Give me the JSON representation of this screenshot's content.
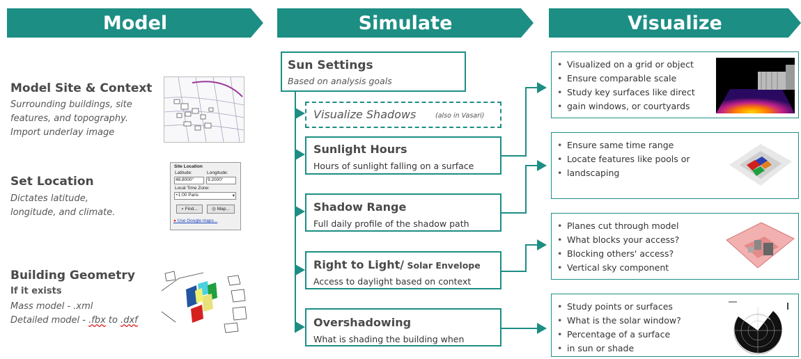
{
  "headers": {
    "model": "Model",
    "simulate": "Simulate",
    "visualize": "Visualize"
  },
  "model": {
    "site": {
      "title": "Model Site & Context",
      "desc": [
        "Surrounding buildings, site",
        "features, and topography.",
        "Import underlay image"
      ]
    },
    "location": {
      "title": "Set Location",
      "desc": [
        "Dictates latitude,",
        "longitude, and climate."
      ]
    },
    "geometry": {
      "title": "Building Geometry",
      "sub": "If it exists",
      "desc1": "Mass model - .xml",
      "desc2_prefix": "Detailed model - ",
      "desc2_fbx": ".fbx",
      "desc2_mid": " to ",
      "desc2_dxf": ".dxf"
    }
  },
  "site_location_dialog": {
    "title": "Site Location",
    "latitude_label": "Latitude:",
    "latitude_value": "48.8000°",
    "longitude_label": "Longitude:",
    "longitude_value": "9.2000°",
    "tz_label": "Local Time Zone:",
    "tz_value": "+1:00 Paris",
    "find_label": "Find...",
    "map_label": "Map...",
    "google_link": "Use Google maps..."
  },
  "simulate": {
    "sun_settings": {
      "title": "Sun Settings",
      "desc": "Based on analysis goals"
    },
    "visualize_shadows": {
      "title": "Visualize Shadows",
      "note": "(also in Vasari)"
    },
    "sunlight_hours": {
      "title": "Sunlight Hours",
      "desc": "Hours of sunlight falling on a surface"
    },
    "shadow_range": {
      "title": "Shadow Range",
      "desc": "Full daily profile of the shadow path"
    },
    "right_to_light": {
      "title": "Right to Light/",
      "sub": "Solar Envelope",
      "desc": "Access to daylight based on context"
    },
    "overshadowing": {
      "title": "Overshadowing",
      "desc": "What is shading the building when"
    }
  },
  "visualize": {
    "box1": [
      "Visualized on a grid or object",
      "Ensure comparable scale",
      "Study key surfaces like direct",
      "gain windows, or courtyards"
    ],
    "box2": [
      "Ensure same time range",
      "Locate features like pools or",
      "landscaping"
    ],
    "box3": [
      "Planes cut through model",
      "What blocks your access?",
      "Blocking others' access?",
      "Vertical sky component"
    ],
    "box4": [
      "Study points or surfaces",
      "What is the solar window?",
      "Percentage of a surface",
      "in sun or shade"
    ]
  },
  "colors": {
    "teal": "#1c8e84",
    "text_dark": "#4a4a4a"
  },
  "icons": [
    "find-icon",
    "map-icon",
    "error-icon"
  ]
}
